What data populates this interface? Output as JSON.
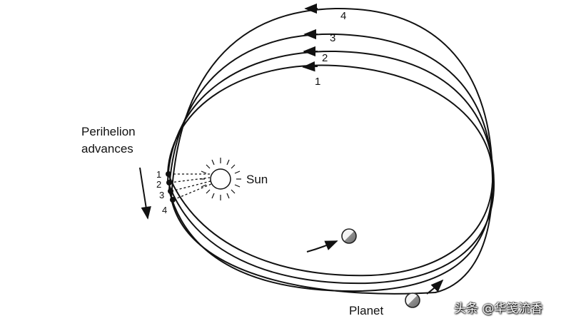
{
  "diagram": {
    "orbit_labels": [
      "1",
      "2",
      "3",
      "4"
    ],
    "perihelion_labels": [
      "1",
      "2",
      "3",
      "4"
    ],
    "perihelion_text_line1": "Perihelion",
    "perihelion_text_line2": "advances",
    "sun_label": "Sun",
    "planet_label": "Planet",
    "watermark": "头条 @华笺流香",
    "line_color": "#111111",
    "planet_color": "#9a9a9a"
  }
}
